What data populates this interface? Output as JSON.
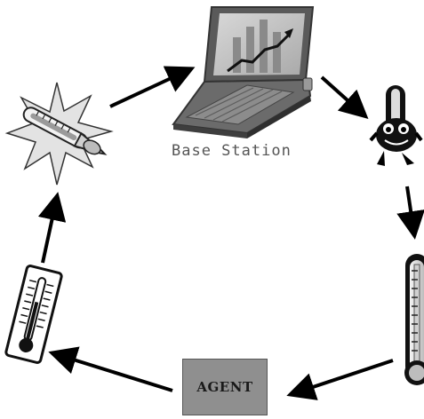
{
  "diagram": {
    "base_station_label": "Base Station",
    "agent_label": "AGENT",
    "icons": [
      "laptop-icon",
      "thermometer-character-icon",
      "thermometer-icon",
      "agent-box",
      "tilted-thermometer-icon",
      "thermometer-burst-icon"
    ]
  }
}
